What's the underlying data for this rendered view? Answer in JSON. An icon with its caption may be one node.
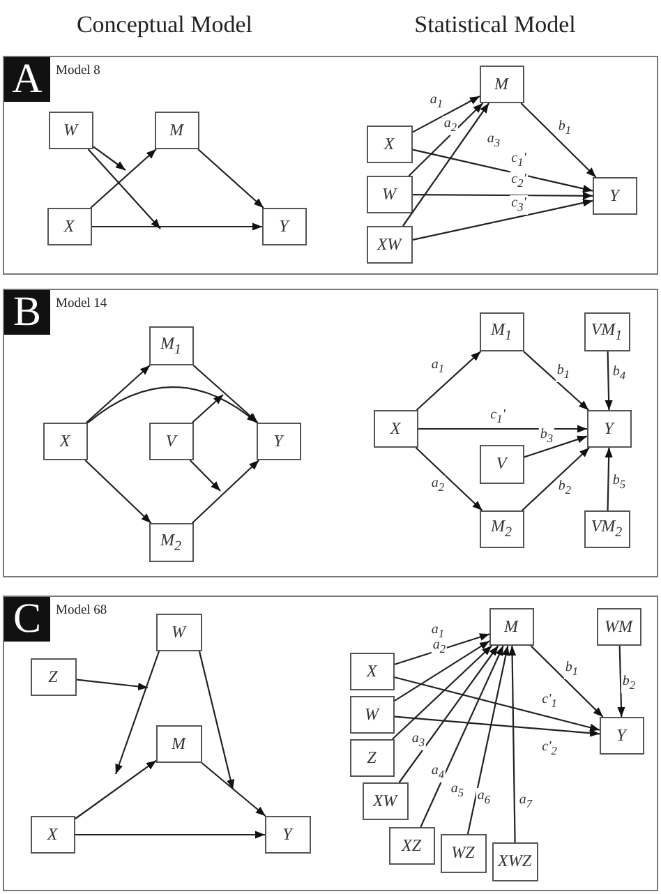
{
  "diagram": {
    "nodes": [
      {
        "text": [
          "A",
          "Model 8"
        ]
      },
      {
        "text": [
          "W"
        ],
        "in": 0
      },
      {
        "text": [
          "M"
        ],
        "in": 0
      },
      {
        "text": [
          "X"
        ],
        "in": 0
      },
      {
        "text": [
          "Y"
        ],
        "in": 0
      },
      {
        "text": [
          "M"
        ],
        "in": 0
      },
      {
        "text": [
          "X"
        ],
        "in": 0
      },
      {
        "text": [
          "W"
        ],
        "in": 0
      },
      {
        "text": [
          "XW"
        ],
        "in": 0
      },
      {
        "text": [
          "Y"
        ],
        "in": 0
      },
      {
        "text": [
          "B",
          "Model 14"
        ]
      },
      {
        "text": [
          "M$_{1}$"
        ],
        "in": 10
      },
      {
        "text": [
          "X"
        ],
        "in": 10
      },
      {
        "text": [
          "V"
        ],
        "in": 10
      },
      {
        "text": [
          "Y"
        ],
        "in": 10
      },
      {
        "text": [
          "M$_{2}$"
        ],
        "in": 10
      },
      {
        "text": [
          "M$_{1}$"
        ],
        "in": 10
      },
      {
        "text": [
          "VM$_{1}$"
        ],
        "in": 10
      },
      {
        "text": [
          "X"
        ],
        "in": 10
      },
      {
        "text": [
          "Y"
        ],
        "in": 10
      },
      {
        "text": [
          "V"
        ],
        "in": 10
      },
      {
        "text": [
          "M$_{2}$"
        ],
        "in": 10
      },
      {
        "text": [
          "VM$_{2}$"
        ],
        "in": 10
      },
      {
        "text": [
          "C",
          "Model 68"
        ]
      },
      {
        "text": [
          "W"
        ],
        "in": 23
      },
      {
        "text": [
          "Z"
        ],
        "in": 23
      },
      {
        "text": [
          "M"
        ],
        "in": 23
      },
      {
        "text": [
          "X"
        ],
        "in": 23
      },
      {
        "text": [
          "Y"
        ],
        "in": 23
      },
      {
        "text": [
          "M"
        ],
        "in": 23
      },
      {
        "text": [
          "WM"
        ],
        "in": 23
      },
      {
        "text": [
          "X"
        ],
        "in": 23
      },
      {
        "text": [
          "W"
        ],
        "in": 23
      },
      {
        "text": [
          "Z"
        ],
        "in": 23
      },
      {
        "text": [
          "XW"
        ],
        "in": 23
      },
      {
        "text": [
          "XZ"
        ],
        "in": 23
      },
      {
        "text": [
          "WZ"
        ],
        "in": 23
      },
      {
        "text": [
          "XWZ"
        ],
        "in": 23
      },
      {
        "text": [
          "Y"
        ],
        "in": 23
      }
    ],
    "edges": [
      {
        "from": 3,
        "to": 2,
        "arrow": "to"
      },
      {
        "from": 2,
        "to": 4,
        "arrow": "to"
      },
      {
        "from": 3,
        "to": 4,
        "arrow": "to"
      },
      {
        "from": 1,
        "to": null,
        "arrow": "to"
      },
      {
        "from": 1,
        "to": null,
        "arrow": "to"
      },
      {
        "from": 6,
        "to": 5,
        "arrow": "to",
        "label": "a$_{1}$"
      },
      {
        "from": 7,
        "to": 5,
        "arrow": "to",
        "label": "a$_{2}$"
      },
      {
        "from": 8,
        "to": 5,
        "arrow": "to",
        "label": "a$_{3}$"
      },
      {
        "from": 5,
        "to": 9,
        "arrow": "to",
        "label": "b$_{1}$"
      },
      {
        "from": 6,
        "to": 9,
        "arrow": "to",
        "label": "c$_{1}$'"
      },
      {
        "from": 7,
        "to": 9,
        "arrow": "to",
        "label": "c$_{2}$'"
      },
      {
        "from": 8,
        "to": 9,
        "arrow": "to",
        "label": "c$_{3}$'"
      },
      {
        "from": 12,
        "to": 11,
        "arrow": "to"
      },
      {
        "from": 11,
        "to": 14,
        "arrow": "to"
      },
      {
        "from": 12,
        "to": 14,
        "arrow": "to"
      },
      {
        "from": 13,
        "to": null,
        "arrow": "to"
      },
      {
        "from": 13,
        "to": null,
        "arrow": "to"
      },
      {
        "from": 12,
        "to": 15,
        "arrow": "to"
      },
      {
        "from": 15,
        "to": 14,
        "arrow": "to"
      },
      {
        "from": 18,
        "to": 16,
        "arrow": "to",
        "label": "a$_{1}$"
      },
      {
        "from": 16,
        "to": 19,
        "arrow": "to",
        "label": "b$_{1}$"
      },
      {
        "from": 18,
        "to": 19,
        "arrow": "to",
        "label": "c$_{1}$'"
      },
      {
        "from": 20,
        "to": 19,
        "arrow": "to",
        "label": "b$_{3}$"
      },
      {
        "from": 18,
        "to": 21,
        "arrow": "to",
        "label": "a$_{2}$"
      },
      {
        "from": 21,
        "to": 19,
        "arrow": "to",
        "label": "b$_{2}$"
      },
      {
        "from": 17,
        "to": 19,
        "arrow": "to",
        "label": "b$_{4}$"
      },
      {
        "from": 22,
        "to": 19,
        "arrow": "to",
        "label": "b$_{5}$"
      },
      {
        "from": 25,
        "to": null,
        "arrow": "to"
      },
      {
        "from": 24,
        "to": null,
        "arrow": "to"
      },
      {
        "from": 24,
        "to": null,
        "arrow": "to"
      },
      {
        "from": 27,
        "to": 26,
        "arrow": "to"
      },
      {
        "from": 26,
        "to": 28,
        "arrow": "to"
      },
      {
        "from": 27,
        "to": 28,
        "arrow": "to"
      },
      {
        "from": 31,
        "to": 29,
        "arrow": "to",
        "label": "a$_{1}$"
      },
      {
        "from": 32,
        "to": 29,
        "arrow": "to",
        "label": "a$_{2}$"
      },
      {
        "from": 33,
        "to": 29,
        "arrow": "to",
        "label": "a$_{3}$"
      },
      {
        "from": 34,
        "to": 29,
        "arrow": "to",
        "label": "a$_{4}$"
      },
      {
        "from": 35,
        "to": 29,
        "arrow": "to",
        "label": "a$_{5}$"
      },
      {
        "from": 36,
        "to": 29,
        "arrow": "to",
        "label": "a$_{6}$"
      },
      {
        "from": 37,
        "to": 29,
        "arrow": "to",
        "label": "a$_{7}$"
      },
      {
        "from": 29,
        "to": 38,
        "arrow": "to",
        "label": "b$_{1}$"
      },
      {
        "from": 30,
        "to": 38,
        "arrow": "to",
        "label": "b$_{2}$"
      },
      {
        "from": 31,
        "to": 38,
        "arrow": "to",
        "label": "c'$_{1}$"
      },
      {
        "from": 32,
        "to": 38,
        "arrow": "to",
        "label": "c'$_{2}$"
      }
    ],
    "labels": [
      "Conceptual Model",
      "Statistical Model"
    ]
  }
}
